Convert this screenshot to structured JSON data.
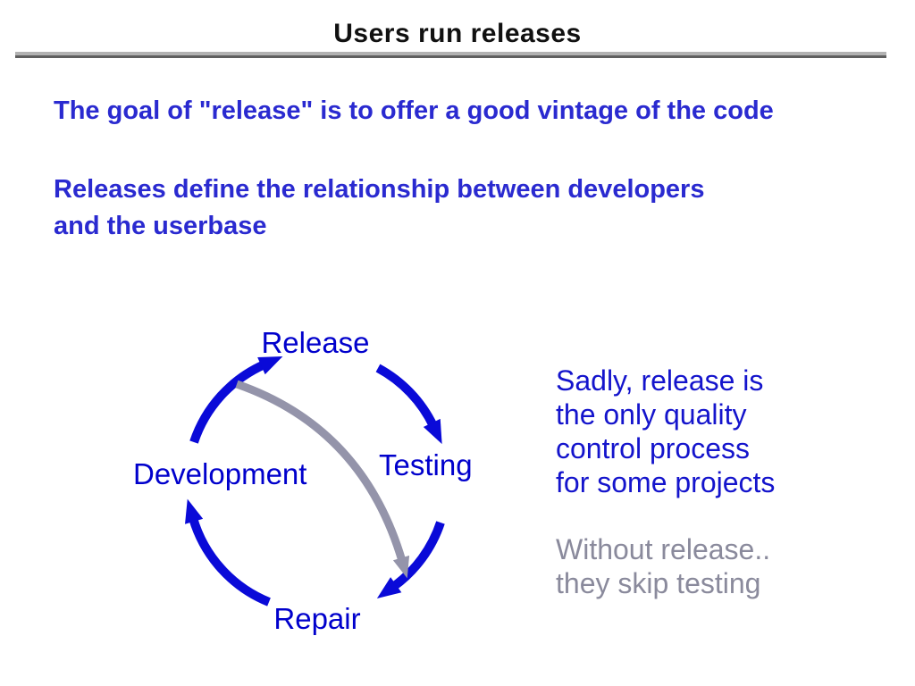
{
  "title": "Users run releases",
  "paragraphs": {
    "p1": "The goal of \"release\" is to offer a good vintage of the code",
    "p2": "Releases define the relationship between developers\nand the userbase"
  },
  "diagram": {
    "nodes": [
      {
        "id": "release",
        "label": "Release"
      },
      {
        "id": "testing",
        "label": "Testing"
      },
      {
        "id": "development",
        "label": "Development"
      },
      {
        "id": "repair",
        "label": "Repair"
      }
    ],
    "edges": [
      {
        "from": "Release",
        "to": "Testing",
        "type": "cycle"
      },
      {
        "from": "Testing",
        "to": "Repair",
        "type": "cycle"
      },
      {
        "from": "Repair",
        "to": "Development",
        "type": "cycle"
      },
      {
        "from": "Development",
        "to": "Release",
        "type": "cycle"
      },
      {
        "from": "Release",
        "to": "Repair",
        "type": "skip-testing-shortcut"
      }
    ]
  },
  "side_notes": {
    "primary": "Sadly, release is\nthe only quality\ncontrol process\nfor some projects",
    "secondary": "Without release..\nthey skip testing"
  },
  "colors": {
    "title_black": "#111111",
    "paragraph_blue": "#2a2ad0",
    "label_blue": "#0000cc",
    "note_blue": "#1414cc",
    "muted_gray_text": "#8a8a9c",
    "arrow_blue": "#0a0ad8",
    "arrow_gray": "#9494aa",
    "rule_light": "#b2b2b2",
    "rule_dark": "#5f5f5f"
  }
}
